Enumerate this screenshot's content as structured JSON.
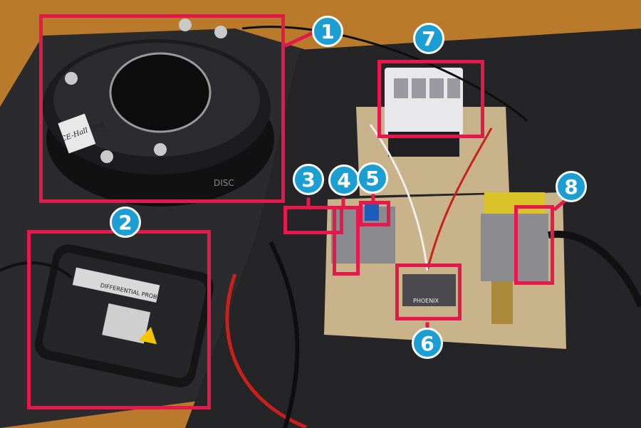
{
  "callouts": [
    {
      "number": "1",
      "item": "brake-disc-coil"
    },
    {
      "number": "2",
      "item": "differential-probe"
    },
    {
      "number": "3",
      "item": "terminal-block-wiring"
    },
    {
      "number": "4",
      "item": "terminal-block"
    },
    {
      "number": "5",
      "item": "blue-component"
    },
    {
      "number": "6",
      "item": "connector-plug"
    },
    {
      "number": "7",
      "item": "contactor"
    },
    {
      "number": "8",
      "item": "terminal-strip"
    }
  ],
  "colors": {
    "box": "#e5194b",
    "badge": "#1b9fd3",
    "table": "#b97a2c",
    "mat": "#2a2a2c",
    "wood": "#c9b38a"
  },
  "printed_text": {
    "probe_label": "DIFFERENTIAL PROBE",
    "connector_label": "PHOENIX",
    "disc_label": "DISC",
    "handwritten_note": "CE-Hall Unit"
  }
}
